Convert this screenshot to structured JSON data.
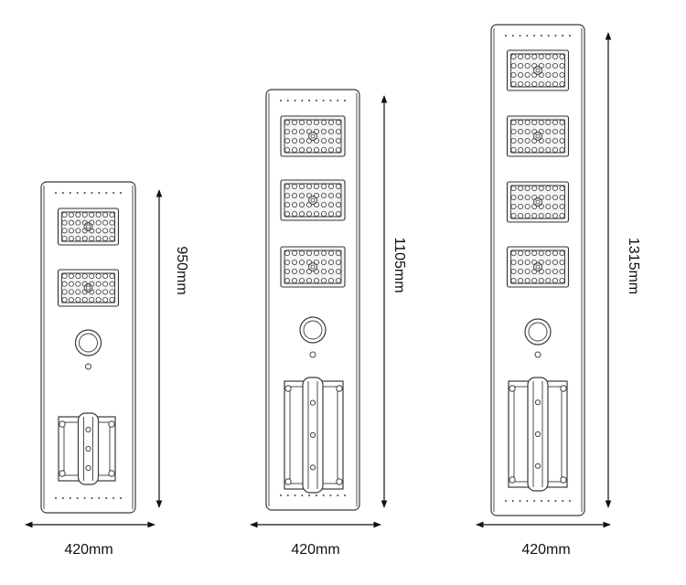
{
  "lights": [
    {
      "height_label": "950mm",
      "width_label": "420mm",
      "led_panels": 2
    },
    {
      "height_label": "1105mm",
      "width_label": "420mm",
      "led_panels": 3
    },
    {
      "height_label": "1315mm",
      "width_label": "420mm",
      "led_panels": 4
    }
  ]
}
